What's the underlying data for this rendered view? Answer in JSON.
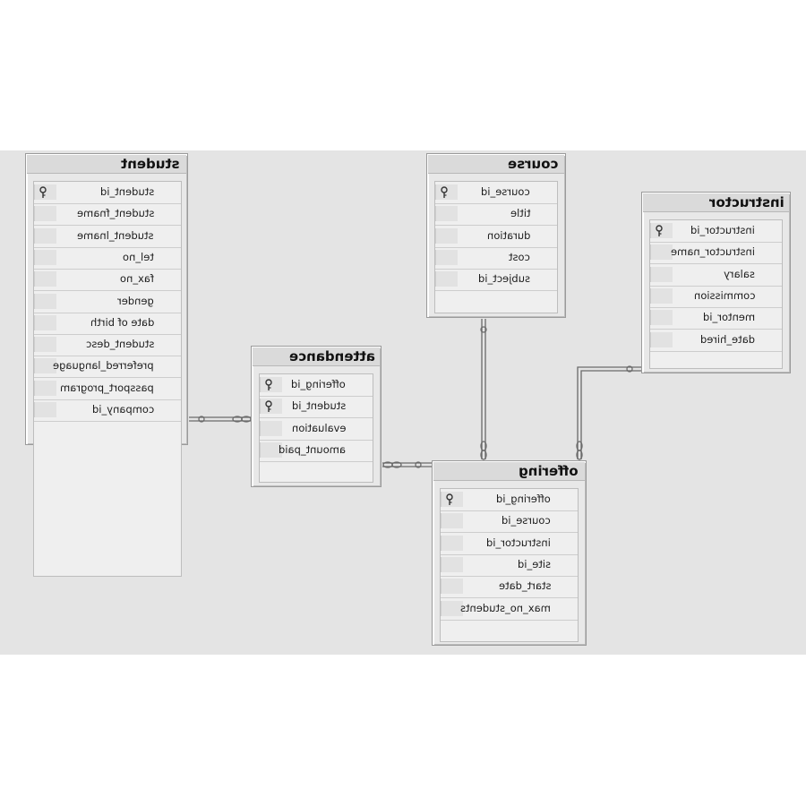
{
  "diagram": {
    "tables": [
      {
        "id": "student",
        "name": "student",
        "fields": [
          {
            "name": "student_id",
            "pk": true
          },
          {
            "name": "student_fname",
            "pk": false
          },
          {
            "name": "student_lname",
            "pk": false
          },
          {
            "name": "tel_no",
            "pk": false
          },
          {
            "name": "fax_no",
            "pk": false
          },
          {
            "name": "gender",
            "pk": false
          },
          {
            "name": "date of birth",
            "pk": false
          },
          {
            "name": "student_desc",
            "pk": false
          },
          {
            "name": "preferred_language",
            "pk": false
          },
          {
            "name": "passport_program",
            "pk": false
          },
          {
            "name": "company_id",
            "pk": false
          }
        ]
      },
      {
        "id": "course",
        "name": "course",
        "fields": [
          {
            "name": "course_id",
            "pk": true
          },
          {
            "name": "title",
            "pk": false
          },
          {
            "name": "duration",
            "pk": false
          },
          {
            "name": "cost",
            "pk": false
          },
          {
            "name": "subject_id",
            "pk": false
          }
        ]
      },
      {
        "id": "instructor",
        "name": "instructor",
        "fields": [
          {
            "name": "instructor_id",
            "pk": true
          },
          {
            "name": "instructor_name",
            "pk": false
          },
          {
            "name": "salary",
            "pk": false
          },
          {
            "name": "commission",
            "pk": false
          },
          {
            "name": "mentor_id",
            "pk": false
          },
          {
            "name": "date_hired",
            "pk": false
          }
        ]
      },
      {
        "id": "attendance",
        "name": "attendance",
        "fields": [
          {
            "name": "offering_id",
            "pk": true
          },
          {
            "name": "student_id",
            "pk": true
          },
          {
            "name": "evaluation",
            "pk": false
          },
          {
            "name": "amount_paid",
            "pk": false
          }
        ]
      },
      {
        "id": "offering",
        "name": "offering",
        "fields": [
          {
            "name": "offering_id",
            "pk": true
          },
          {
            "name": "course_id",
            "pk": false
          },
          {
            "name": "instructor_id",
            "pk": false
          },
          {
            "name": "site_id",
            "pk": false
          },
          {
            "name": "start_date",
            "pk": false
          },
          {
            "name": "max_no_students",
            "pk": false
          }
        ]
      }
    ],
    "relationships": [
      {
        "from": "student",
        "to": "attendance",
        "from_end": "one",
        "to_end": "many"
      },
      {
        "from": "offering",
        "to": "attendance",
        "from_end": "one",
        "to_end": "many"
      },
      {
        "from": "course",
        "to": "offering",
        "from_end": "one",
        "to_end": "many"
      },
      {
        "from": "instructor",
        "to": "offering",
        "from_end": "one",
        "to_end": "many"
      }
    ],
    "mirrored": true,
    "colors": {
      "background": "#e4e4e4",
      "page": "#ffffff",
      "table_fill": "#e8e8e8",
      "border": "#9a9a9a",
      "text": "#111111"
    },
    "icons": {
      "primary_key": "key-icon",
      "one_end": "one-marker",
      "many_end": "infinity-marker"
    }
  }
}
